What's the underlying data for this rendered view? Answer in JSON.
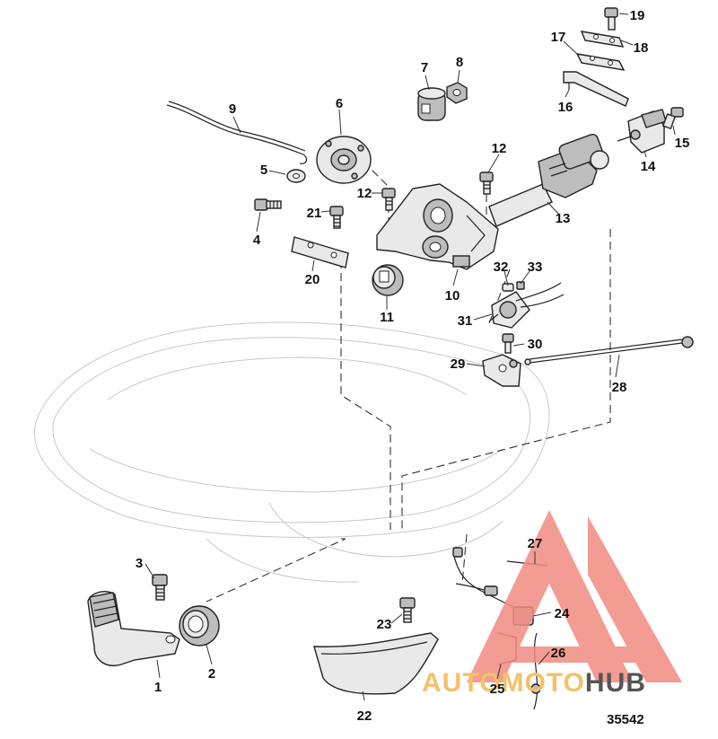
{
  "diagram_id": "35542",
  "callouts": [
    {
      "id": "1",
      "label": "1"
    },
    {
      "id": "2",
      "label": "2"
    },
    {
      "id": "3",
      "label": "3"
    },
    {
      "id": "4",
      "label": "4"
    },
    {
      "id": "5",
      "label": "5"
    },
    {
      "id": "6",
      "label": "6"
    },
    {
      "id": "7",
      "label": "7"
    },
    {
      "id": "8",
      "label": "8"
    },
    {
      "id": "9",
      "label": "9"
    },
    {
      "id": "10",
      "label": "10"
    },
    {
      "id": "11",
      "label": "11"
    },
    {
      "id": "12a",
      "label": "12"
    },
    {
      "id": "12b",
      "label": "12"
    },
    {
      "id": "13",
      "label": "13"
    },
    {
      "id": "14",
      "label": "14"
    },
    {
      "id": "15",
      "label": "15"
    },
    {
      "id": "16",
      "label": "16"
    },
    {
      "id": "17",
      "label": "17"
    },
    {
      "id": "18",
      "label": "18"
    },
    {
      "id": "19",
      "label": "19"
    },
    {
      "id": "20",
      "label": "20"
    },
    {
      "id": "21",
      "label": "21"
    },
    {
      "id": "22",
      "label": "22"
    },
    {
      "id": "23",
      "label": "23"
    },
    {
      "id": "24",
      "label": "24"
    },
    {
      "id": "25",
      "label": "25"
    },
    {
      "id": "26",
      "label": "26"
    },
    {
      "id": "27",
      "label": "27"
    },
    {
      "id": "28",
      "label": "28"
    },
    {
      "id": "29",
      "label": "29"
    },
    {
      "id": "30",
      "label": "30"
    },
    {
      "id": "31",
      "label": "31"
    },
    {
      "id": "32",
      "label": "32"
    },
    {
      "id": "33",
      "label": "33"
    }
  ],
  "watermark": {
    "text_part1": "AUTOMOTO",
    "text_part2": "HUB",
    "color_primary": "#f28b82",
    "color_secondary": "#f5c06a",
    "color_dark": "#555555"
  }
}
